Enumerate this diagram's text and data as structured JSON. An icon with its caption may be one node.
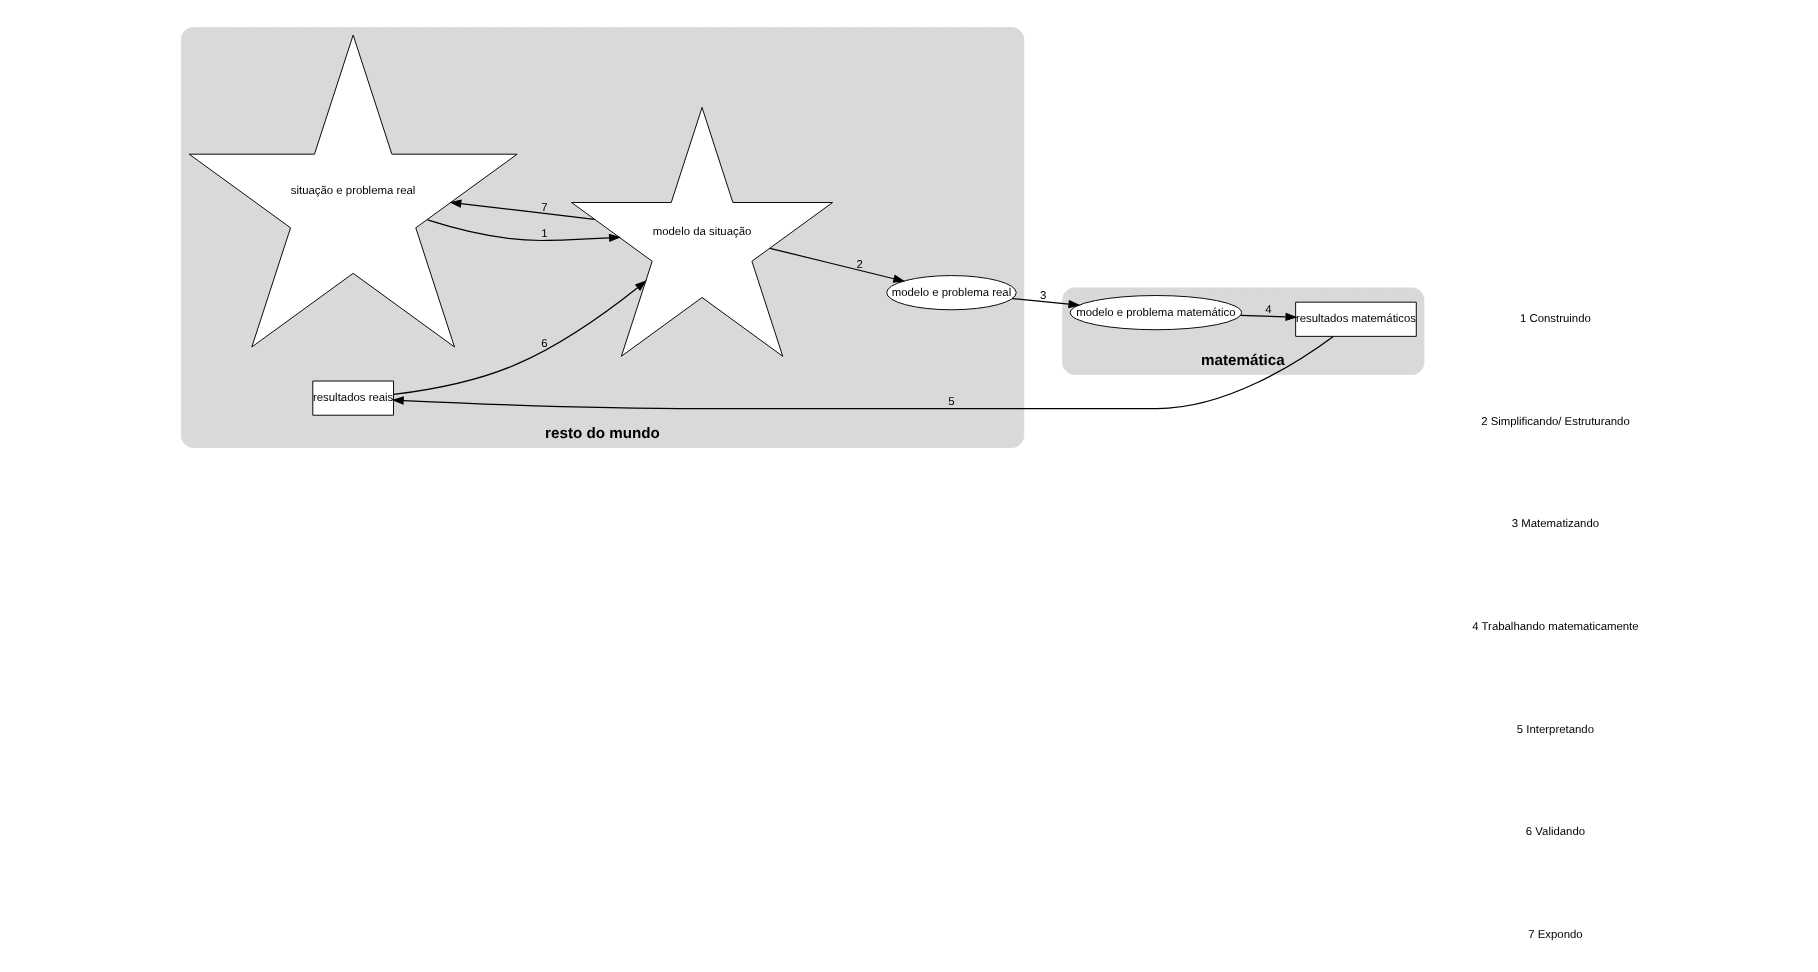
{
  "diagram": {
    "nodes": [
      {
        "text": [
          "resto do mundo"
        ]
      },
      {
        "text": [
          "matemática"
        ]
      },
      {
        "text": [
          "situação e problema real"
        ],
        "in": 0
      },
      {
        "text": [
          "modelo da situação"
        ],
        "in": 0
      },
      {
        "text": [
          "modelo e problema real"
        ],
        "in": 0
      },
      {
        "text": [
          "modelo e problema matemático"
        ],
        "in": 1
      },
      {
        "text": [
          "resultados matemáticos"
        ],
        "in": 1
      },
      {
        "text": [
          "resultados reais"
        ],
        "in": 0
      }
    ],
    "edges": [
      {
        "from": 2,
        "to": 3,
        "arrow": "to",
        "label": "1"
      },
      {
        "from": 3,
        "to": 2,
        "arrow": "to",
        "label": "7"
      },
      {
        "from": 3,
        "to": 4,
        "arrow": "to",
        "label": "2"
      },
      {
        "from": 4,
        "to": 5,
        "arrow": "to",
        "label": "3"
      },
      {
        "from": 5,
        "to": 6,
        "arrow": "to",
        "label": "4"
      },
      {
        "from": 6,
        "to": 7,
        "arrow": "to",
        "label": "5"
      },
      {
        "from": 7,
        "to": 3,
        "arrow": "to",
        "label": "6"
      }
    ],
    "labels": [
      "1 Construindo",
      "2 Simplificando/ Estruturando",
      "3 Matematizando",
      "4 Trabalhando matematicamente",
      "5 Interpretando",
      "6 Validando",
      "7 Expondo"
    ]
  }
}
